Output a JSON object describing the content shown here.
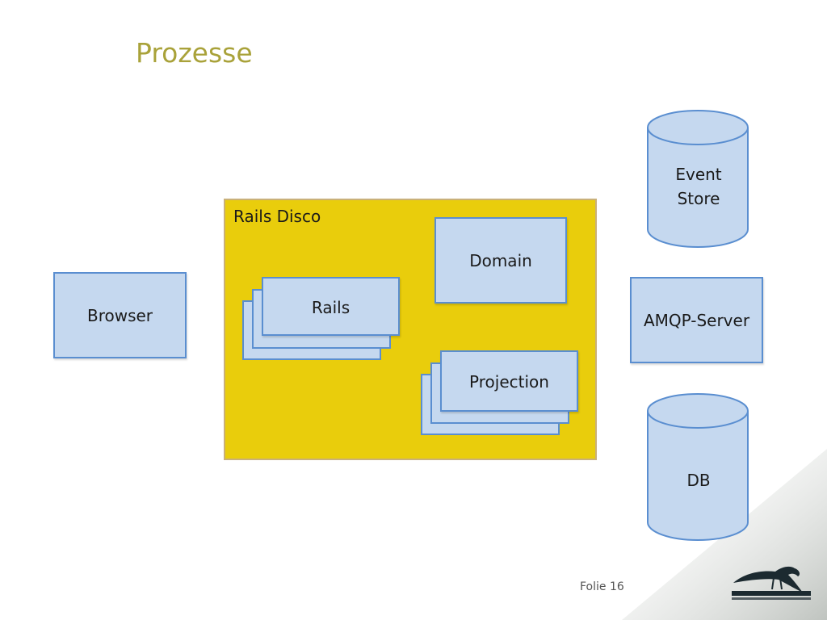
{
  "slide": {
    "title": "Prozesse",
    "footer": "Folie 16"
  },
  "diagram": {
    "browser": "Browser",
    "container": "Rails Disco",
    "rails": "Rails",
    "domain": "Domain",
    "projection": "Projection",
    "event_store_line1": "Event",
    "event_store_line2": "Store",
    "amqp": "AMQP-Server",
    "db": "DB"
  },
  "colors": {
    "title": "#a9a23a",
    "container_fill": "#e9cd0c",
    "box_fill": "#c5d8ef",
    "box_border": "#5a8ed0"
  }
}
